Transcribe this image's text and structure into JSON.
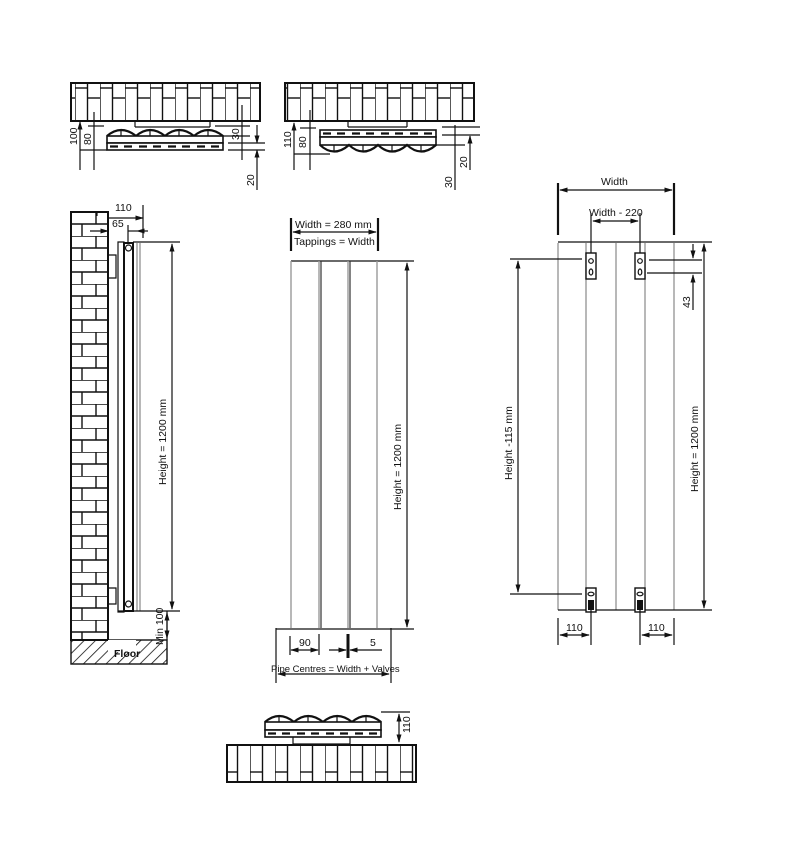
{
  "top_left_plan": {
    "dim_100": "100",
    "dim_80": "80",
    "dim_30": "30",
    "dim_20": "20"
  },
  "top_right_plan": {
    "dim_110": "110",
    "dim_80": "80",
    "dim_20": "20",
    "dim_30": "30"
  },
  "side_view": {
    "dim_110": "110",
    "dim_65": "65",
    "height_label": "Height = 1200 mm",
    "min_clearance": "Min 100",
    "floor_label": "Floor"
  },
  "front_view": {
    "width_label": "Width = 280 mm",
    "tappings_label": "Tappings = Width",
    "height_label": "Height = 1200 mm",
    "dim_90": "90",
    "dim_5": "5",
    "pipe_centres_label": "Pipe Centres = Width + Valves"
  },
  "bottom_plan": {
    "dim_110": "110"
  },
  "rear_view": {
    "width_label": "Width",
    "width_minus_label": "Width - 220",
    "dim_43": "43",
    "height_minus_label": "Height -115 mm",
    "height_label": "Height = 1200 mm",
    "dim_110_left": "110",
    "dim_110_right": "110"
  }
}
